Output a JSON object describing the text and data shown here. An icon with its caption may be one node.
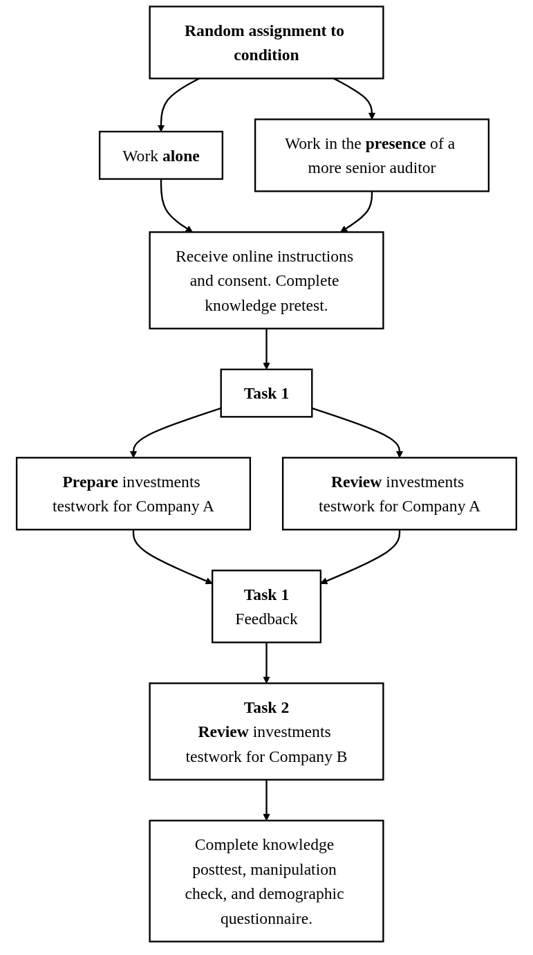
{
  "diagram": {
    "nodes": [
      {
        "text": [
          "Random assignment to condition"
        ]
      },
      {
        "text": [
          "Work **alone**"
        ]
      },
      {
        "text": [
          "Work in the **presence** of a more senior auditor"
        ]
      },
      {
        "text": [
          "Receive online instructions and consent. Complete knowledge pretest."
        ]
      },
      {
        "text": [
          "Task 1"
        ]
      },
      {
        "text": [
          "**Prepare** investments testwork for Company A"
        ]
      },
      {
        "text": [
          "**Review** investments testwork for Company A"
        ]
      },
      {
        "text": [
          "Task 1",
          "Feedback"
        ]
      },
      {
        "text": [
          "Task 2",
          "**Review** investments testwork for Company B"
        ]
      },
      {
        "text": [
          "Complete knowledge posttest, manipulation check, and demographic questionnaire."
        ]
      }
    ],
    "edges": [
      {
        "from": 0,
        "to": 1,
        "arrow": "to"
      },
      {
        "from": 0,
        "to": 2,
        "arrow": "to"
      },
      {
        "from": 1,
        "to": 3,
        "arrow": "to"
      },
      {
        "from": 2,
        "to": 3,
        "arrow": "to"
      },
      {
        "from": 3,
        "to": 4,
        "arrow": "to"
      },
      {
        "from": 4,
        "to": 5,
        "arrow": "to"
      },
      {
        "from": 4,
        "to": 6,
        "arrow": "to"
      },
      {
        "from": 5,
        "to": 7,
        "arrow": "to"
      },
      {
        "from": 6,
        "to": 7,
        "arrow": "to"
      },
      {
        "from": 7,
        "to": 8,
        "arrow": "to"
      },
      {
        "from": 8,
        "to": 9,
        "arrow": "to"
      }
    ]
  }
}
